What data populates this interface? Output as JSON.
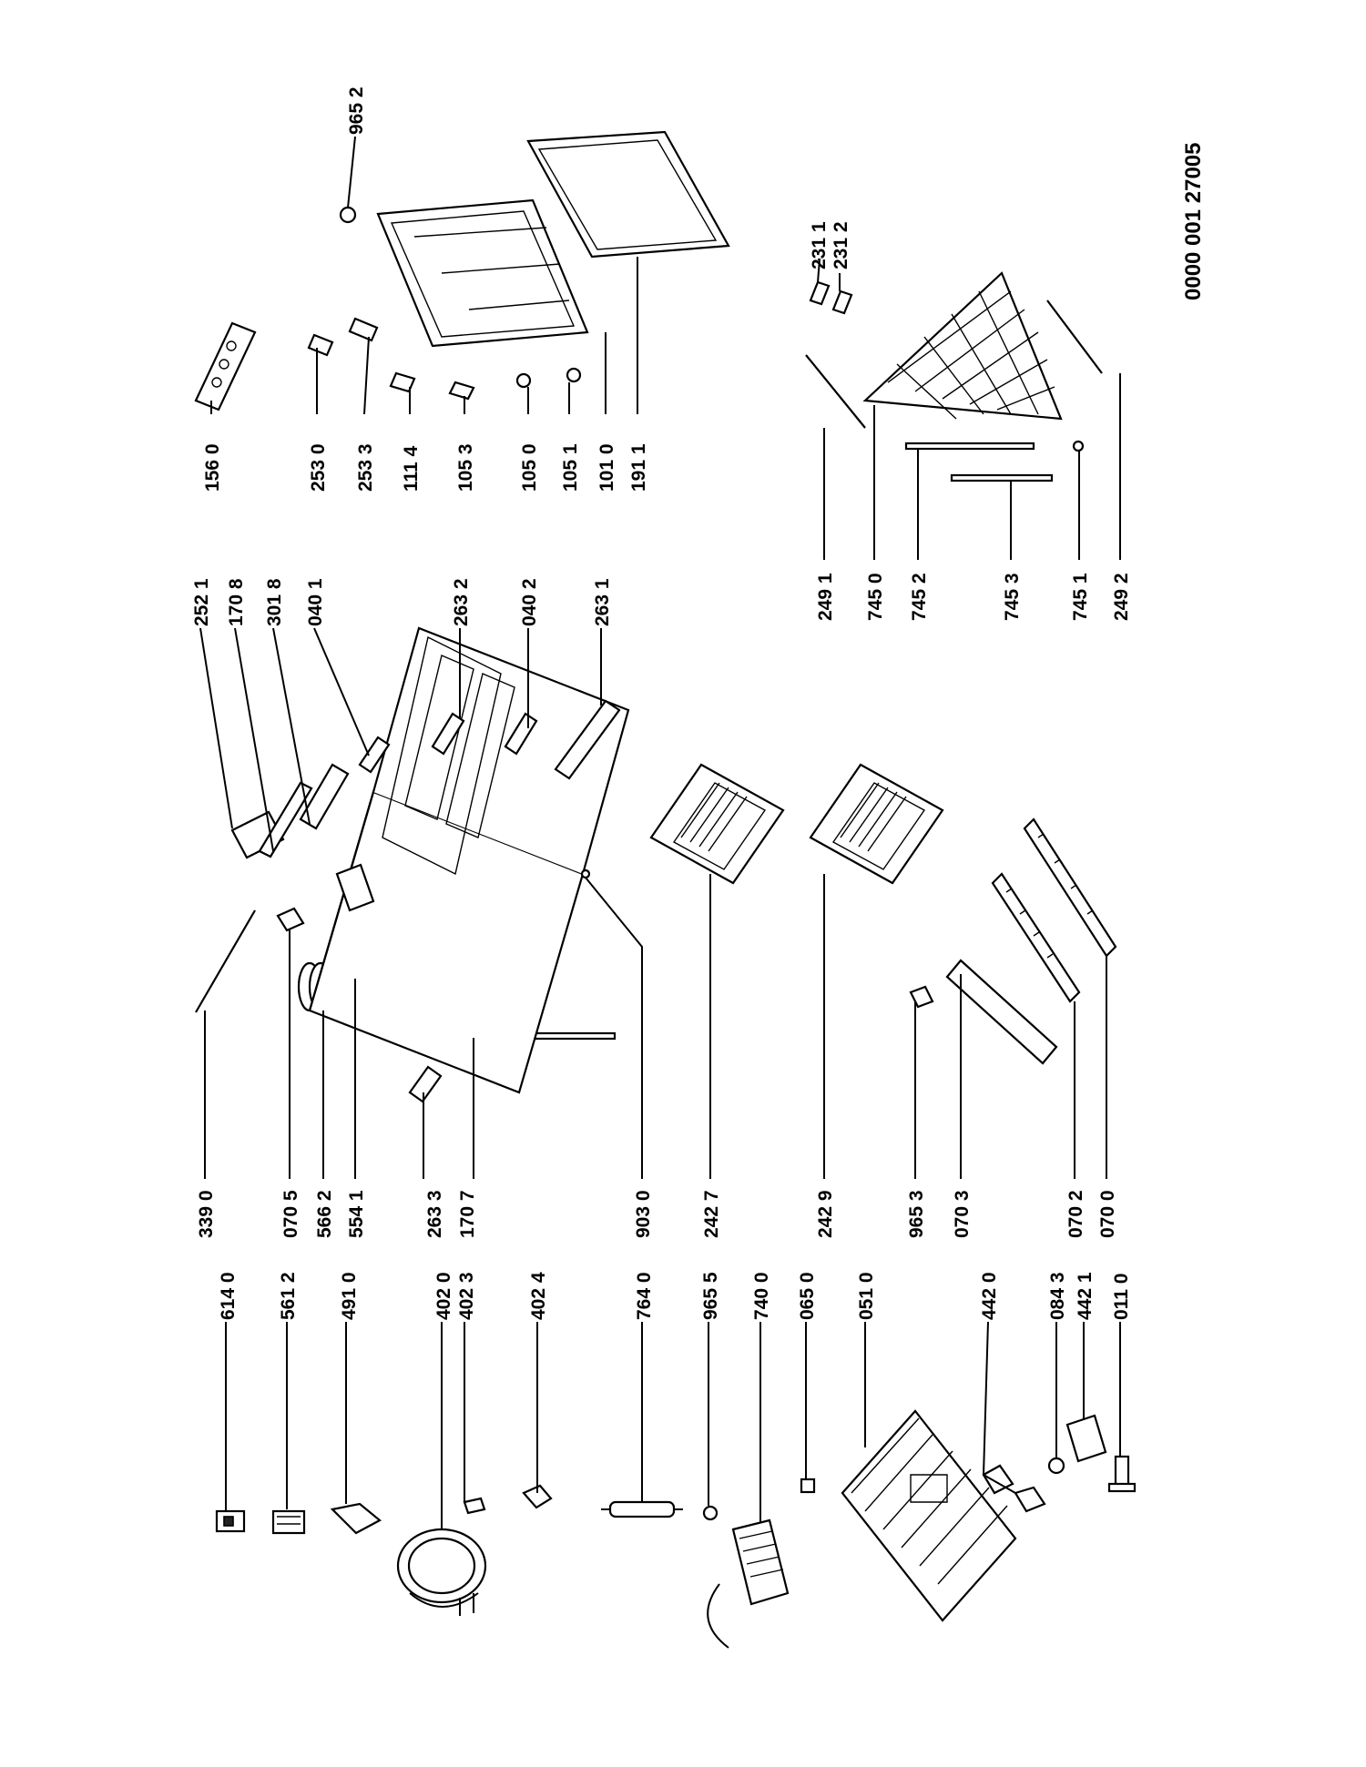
{
  "document_number": "0000 001 27005",
  "part_labels": [
    "614 0",
    "561 2",
    "491 0",
    "402 0",
    "402 3",
    "402 4",
    "764 0",
    "965 5",
    "740 0",
    "065 0",
    "051 0",
    "442 0",
    "084 3",
    "442 1",
    "011 0",
    "339 0",
    "070 5",
    "566 2",
    "554 1",
    "263 3",
    "170 7",
    "903 0",
    "242 7",
    "242 9",
    "965 3",
    "070 3",
    "070 2",
    "070 0",
    "252 1",
    "170 8",
    "301 8",
    "040 1",
    "263 2",
    "040 2",
    "263 1",
    "156 0",
    "253 0",
    "253 3",
    "111 4",
    "105 3",
    "105 0",
    "105 1",
    "101 0",
    "191 1",
    "965 2",
    "249 1",
    "745 0",
    "745 2",
    "745 3",
    "745 1",
    "249 2",
    "231 1",
    "231 2"
  ]
}
